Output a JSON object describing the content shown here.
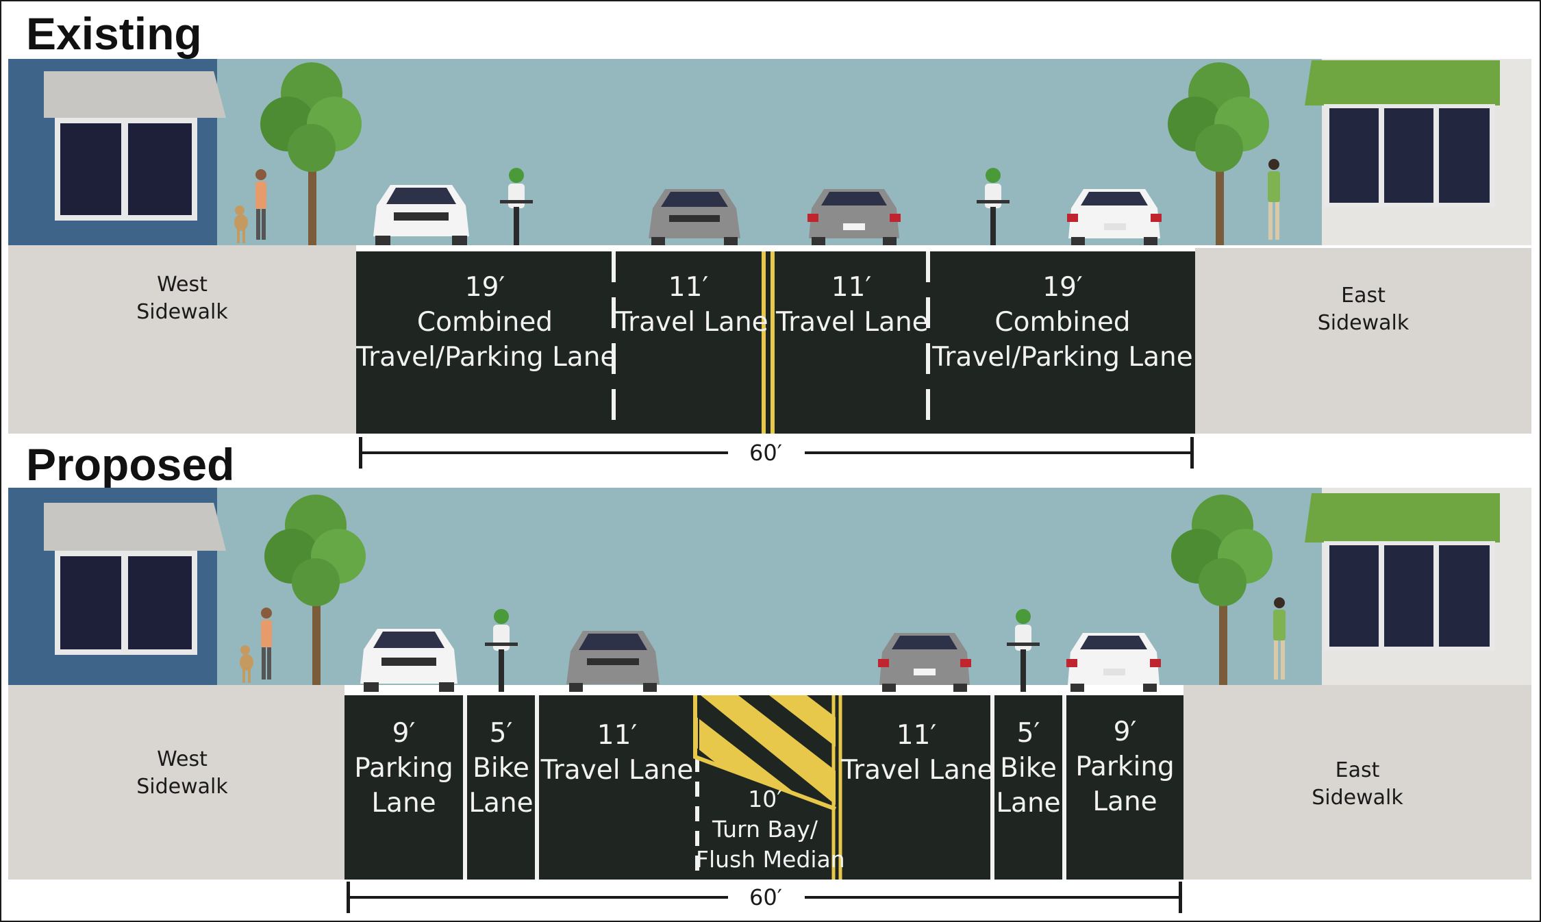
{
  "sections": {
    "existing": {
      "title": "Existing",
      "west_sidewalk": [
        "West",
        "Sidewalk"
      ],
      "east_sidewalk": [
        "East",
        "Sidewalk"
      ],
      "lanes": [
        {
          "width": "19′",
          "name_lines": [
            "Combined",
            "Travel/Parking Lane"
          ]
        },
        {
          "width": "11′",
          "name_lines": [
            "Travel Lane"
          ]
        },
        {
          "width": "11′",
          "name_lines": [
            "Travel Lane"
          ]
        },
        {
          "width": "19′",
          "name_lines": [
            "Combined",
            "Travel/Parking Lane"
          ]
        }
      ],
      "total_width": "60′"
    },
    "proposed": {
      "title": "Proposed",
      "west_sidewalk": [
        "West",
        "Sidewalk"
      ],
      "east_sidewalk": [
        "East",
        "Sidewalk"
      ],
      "lanes": [
        {
          "width": "9′",
          "name_lines": [
            "Parking",
            "Lane"
          ]
        },
        {
          "width": "5′",
          "name_lines": [
            "Bike",
            "Lane"
          ]
        },
        {
          "width": "11′",
          "name_lines": [
            "Travel Lane"
          ]
        },
        {
          "width": "10′",
          "name_lines": [
            "Turn Bay/",
            "Flush Median"
          ]
        },
        {
          "width": "11′",
          "name_lines": [
            "Travel Lane"
          ]
        },
        {
          "width": "5′",
          "name_lines": [
            "Bike",
            "Lane"
          ]
        },
        {
          "width": "9′",
          "name_lines": [
            "Parking",
            "Lane"
          ]
        }
      ],
      "total_width": "60′"
    }
  },
  "colors": {
    "sky": "#94b8bd",
    "sidewalk": "#d9d6d1",
    "asphalt": "#1f2521",
    "centerline": "#e7c84a",
    "building_west": "#3f6489",
    "awning_east": "#6fa642",
    "tree": "#5b9a3c"
  }
}
